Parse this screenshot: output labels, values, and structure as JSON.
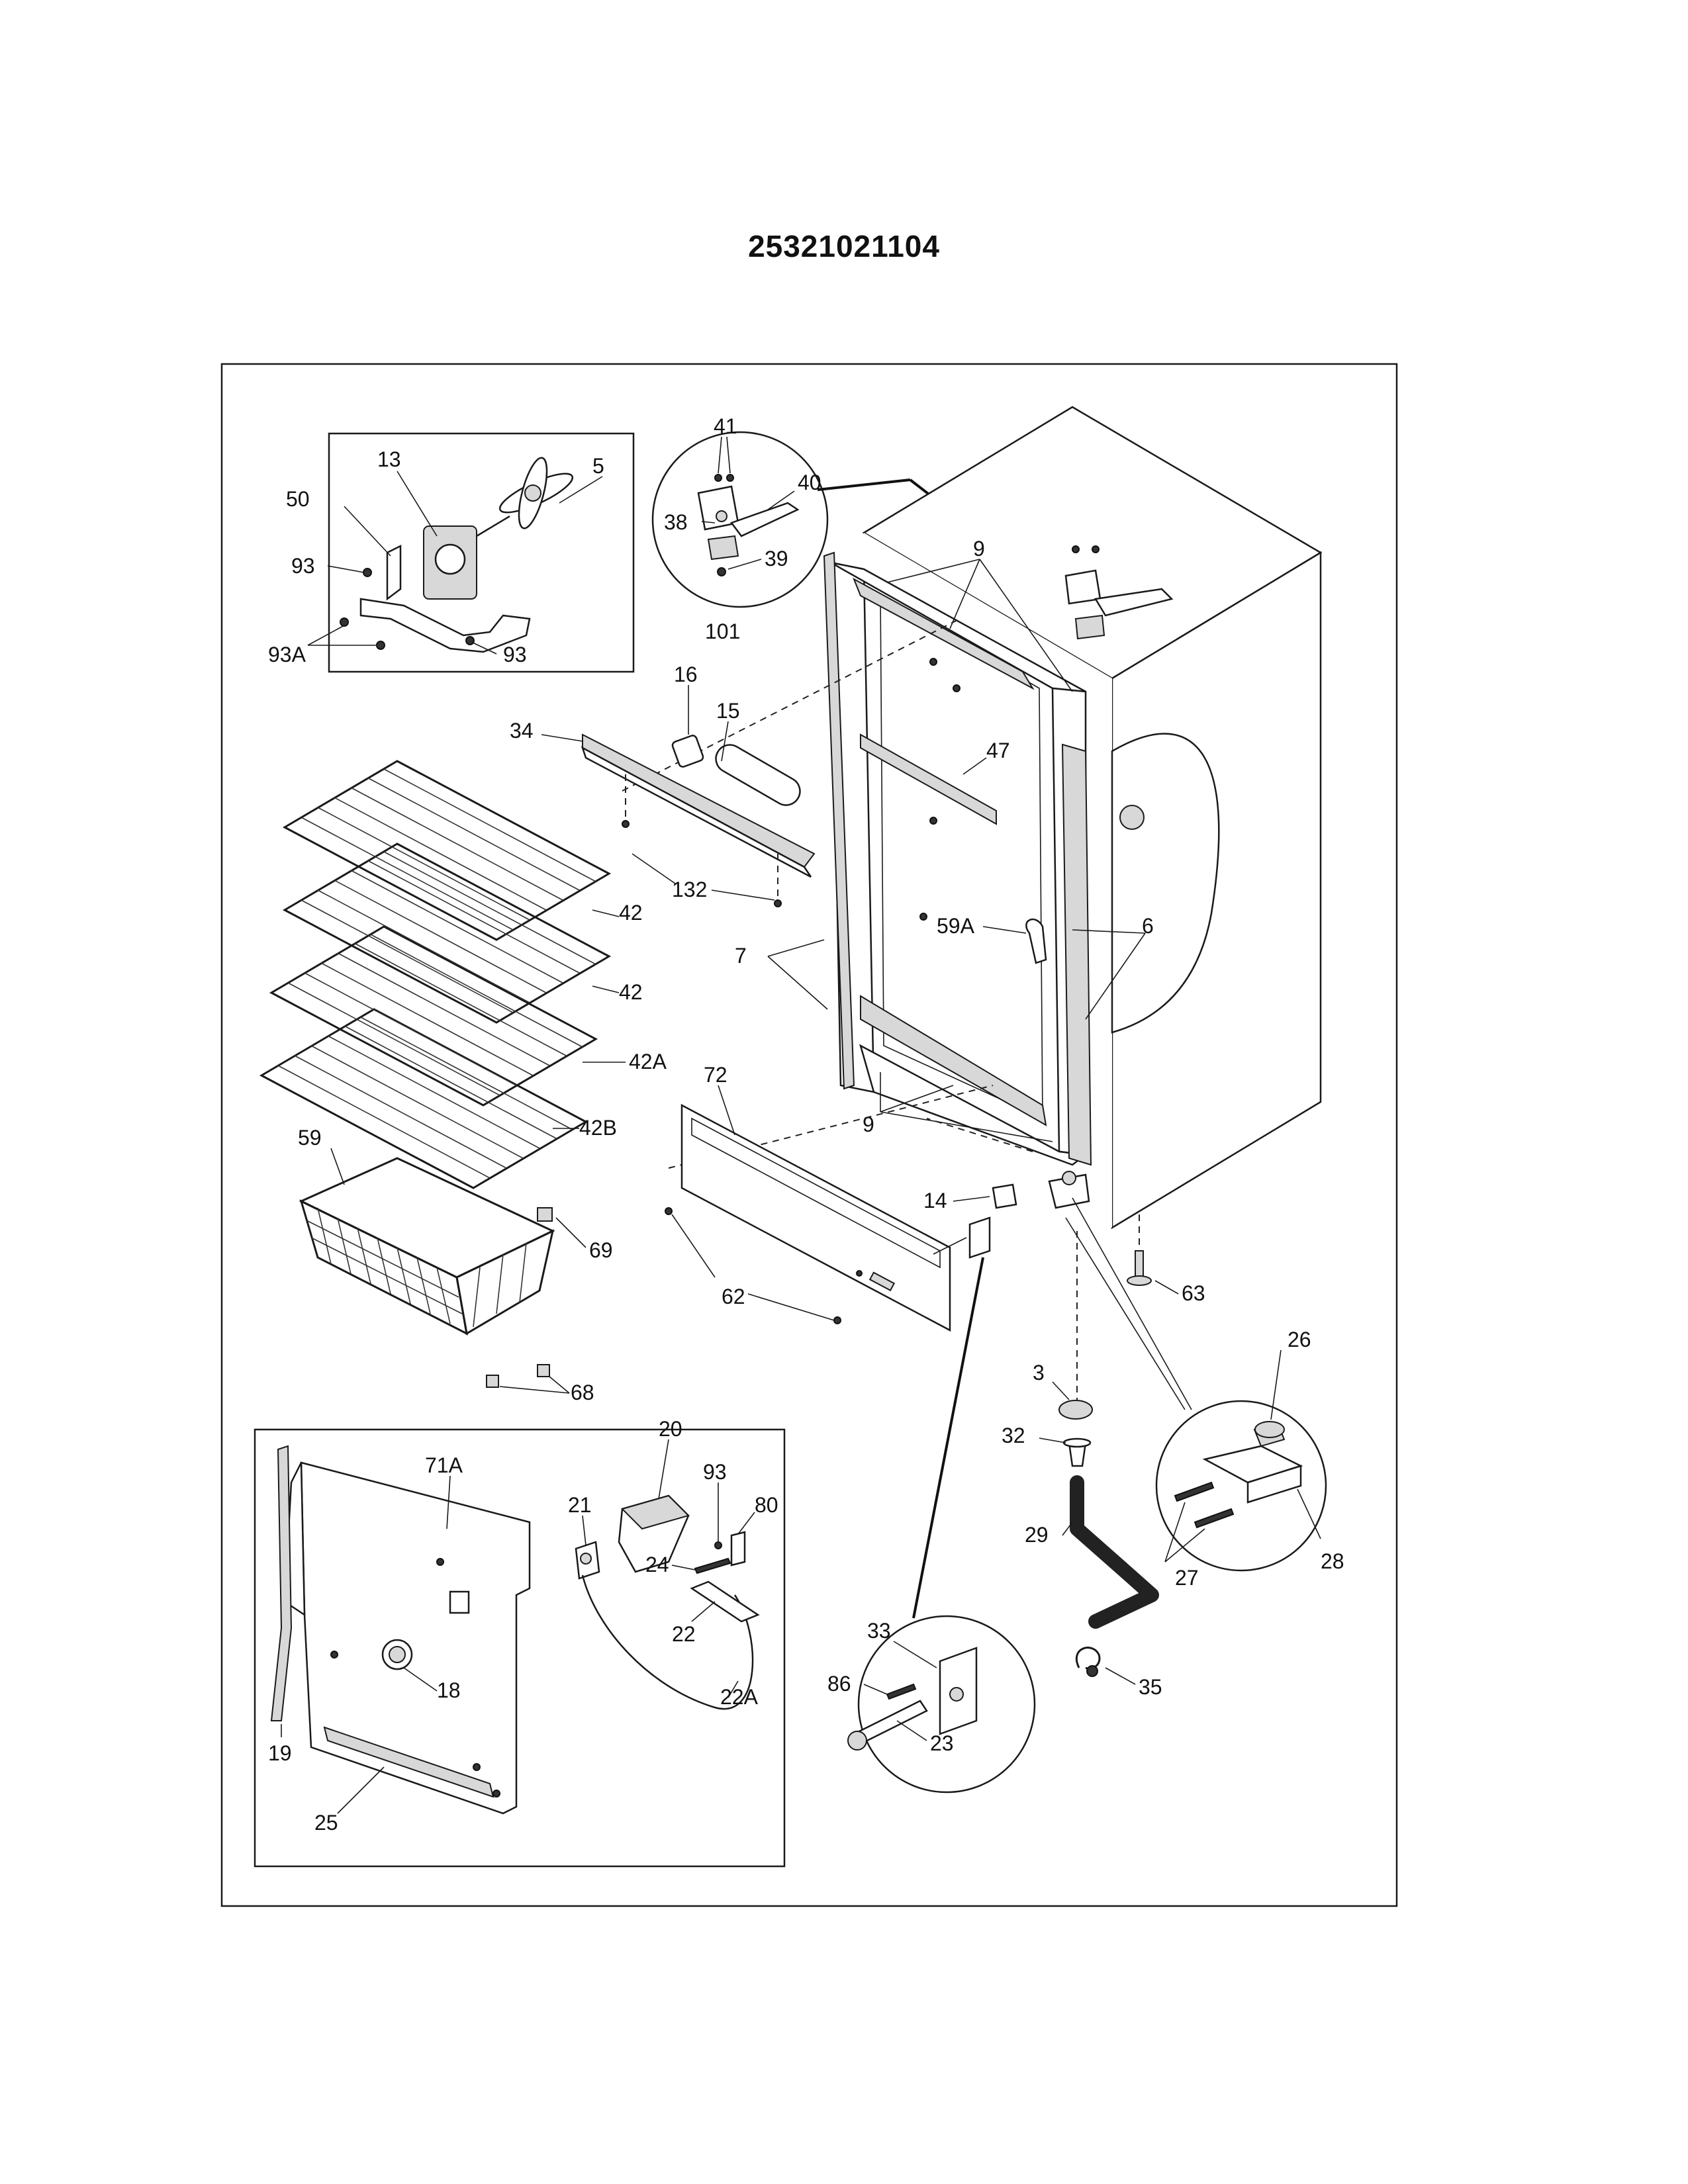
{
  "title": "25321021104",
  "labels": {
    "p5": "5",
    "p13": "13",
    "p50": "50",
    "p93a": "93",
    "p93b": "93",
    "p93A": "93A",
    "p41": "41",
    "p40": "40",
    "p38": "38",
    "p39": "39",
    "p101": "101",
    "p9a": "9",
    "p9b": "9",
    "p16": "16",
    "p15": "15",
    "p34": "34",
    "p132": "132",
    "p47": "47",
    "p59A": "59A",
    "p6": "6",
    "p7": "7",
    "p42a": "42",
    "p42b": "42",
    "p42A": "42A",
    "p42B": "42B",
    "p72": "72",
    "p14": "14",
    "p62": "62",
    "p63": "63",
    "p59": "59",
    "p69": "69",
    "p68": "68",
    "p26": "26",
    "p3": "3",
    "p32": "32",
    "p29": "29",
    "p27": "27",
    "p28": "28",
    "p35": "35",
    "p33": "33",
    "p86": "86",
    "p23": "23",
    "p71A": "71A",
    "p21": "21",
    "p20": "20",
    "p93c": "93",
    "p80": "80",
    "p24": "24",
    "p22": "22",
    "p22A": "22A",
    "p18": "18",
    "p19": "19",
    "p25": "25"
  }
}
